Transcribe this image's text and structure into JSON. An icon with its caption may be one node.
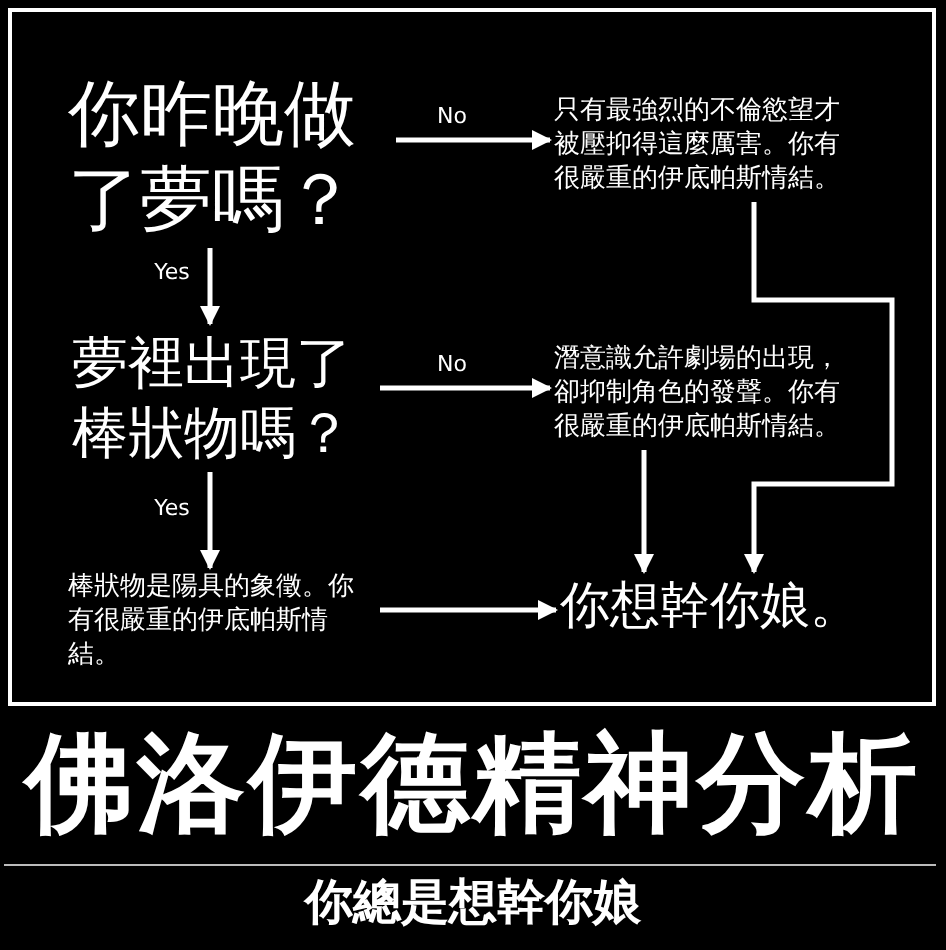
{
  "diagram": {
    "title": "佛洛伊德精神分析",
    "caption": "你總是想幹你娘",
    "nodes": [
      {
        "text": [
          "你昨晚做了夢嗎？"
        ]
      },
      {
        "text": [
          "只有最強烈的不倫慾望才被壓抑得這麼厲害。你有很嚴重的伊底帕斯情結。"
        ]
      },
      {
        "text": [
          "夢裡出現了棒狀物嗎？"
        ]
      },
      {
        "text": [
          "潛意識允許劇場的出現，卻抑制角色的發聲。你有很嚴重的伊底帕斯情結。"
        ]
      },
      {
        "text": [
          "棒狀物是陽具的象徵。你有很嚴重的伊底帕斯情結。"
        ]
      },
      {
        "text": [
          "你想幹你娘。"
        ]
      }
    ],
    "edges": [
      {
        "from": 0,
        "to": 1,
        "arrow": "to",
        "label": "No"
      },
      {
        "from": 0,
        "to": 2,
        "arrow": "to",
        "label": "Yes"
      },
      {
        "from": 2,
        "to": 3,
        "arrow": "to",
        "label": "No"
      },
      {
        "from": 2,
        "to": 4,
        "arrow": "to",
        "label": "Yes"
      },
      {
        "from": 4,
        "to": 5,
        "arrow": "to"
      },
      {
        "from": 3,
        "to": 5,
        "arrow": "to"
      },
      {
        "from": 1,
        "to": 5,
        "arrow": "to"
      }
    ]
  }
}
